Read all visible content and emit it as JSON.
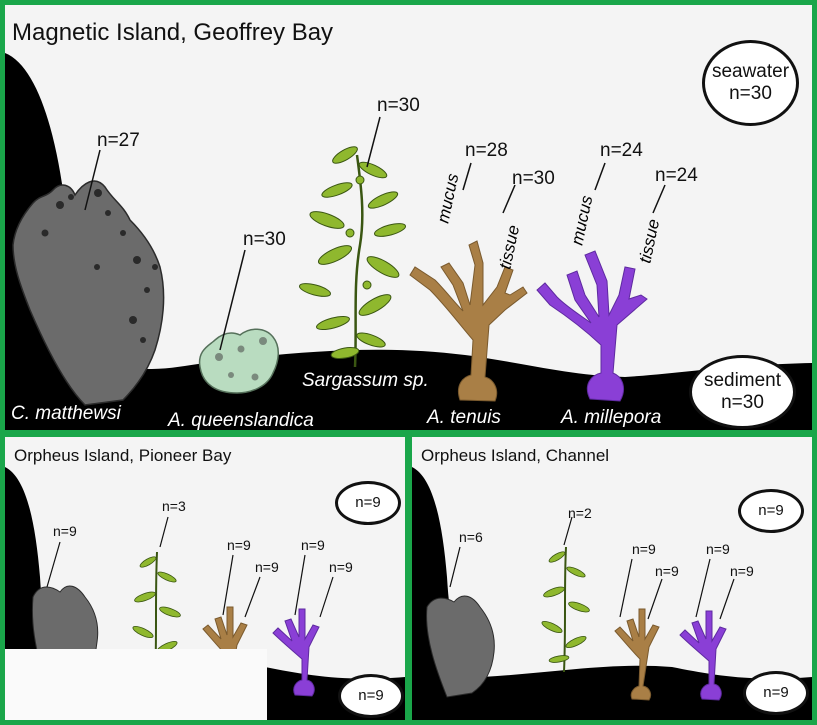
{
  "panels": {
    "main": {
      "title": "Magnetic Island, Geoffrey Bay",
      "species": {
        "c_matthewsi": {
          "name": "C. matthewsi",
          "n": "n=27"
        },
        "a_queenslandica": {
          "name": "A. queenslandica",
          "n": "n=30"
        },
        "sargassum": {
          "name": "Sargassum sp.",
          "n": "n=30"
        },
        "a_tenuis": {
          "name": "A. tenuis",
          "mucus_label": "mucus",
          "tissue_label": "tissue",
          "mucus_n": "n=28",
          "tissue_n": "n=30"
        },
        "a_millepora": {
          "name": "A. millepora",
          "mucus_label": "mucus",
          "tissue_label": "tissue",
          "mucus_n": "n=24",
          "tissue_n": "n=24"
        }
      },
      "seawater": {
        "label": "seawater",
        "n": "n=30"
      },
      "sediment": {
        "label": "sediment",
        "n": "n=30"
      }
    },
    "pioneer": {
      "title": "Orpheus Island, Pioneer Bay",
      "c_matthewsi_n": "n=9",
      "sargassum_n": "n=3",
      "a_tenuis_mucus_n": "n=9",
      "a_tenuis_tissue_n": "n=9",
      "a_millepora_mucus_n": "n=9",
      "a_millepora_tissue_n": "n=9",
      "seawater_n": "n=9",
      "sediment_n": "n=9"
    },
    "channel": {
      "title": "Orpheus Island, Channel",
      "c_matthewsi_n": "n=6",
      "sargassum_n": "n=2",
      "a_tenuis_mucus_n": "n=9",
      "a_tenuis_tissue_n": "n=9",
      "a_millepora_mucus_n": "n=9",
      "a_millepora_tissue_n": "n=9",
      "seawater_n": "n=9",
      "sediment_n": "n=9"
    }
  },
  "colors": {
    "border": "#1aa64a",
    "background": "#f4f4f4",
    "rock": "#6b6b6b",
    "sponge": "#b9dcc0",
    "sargassum": "#8fb82e",
    "a_tenuis": "#a97f46",
    "a_millepora": "#8a3fd6"
  }
}
